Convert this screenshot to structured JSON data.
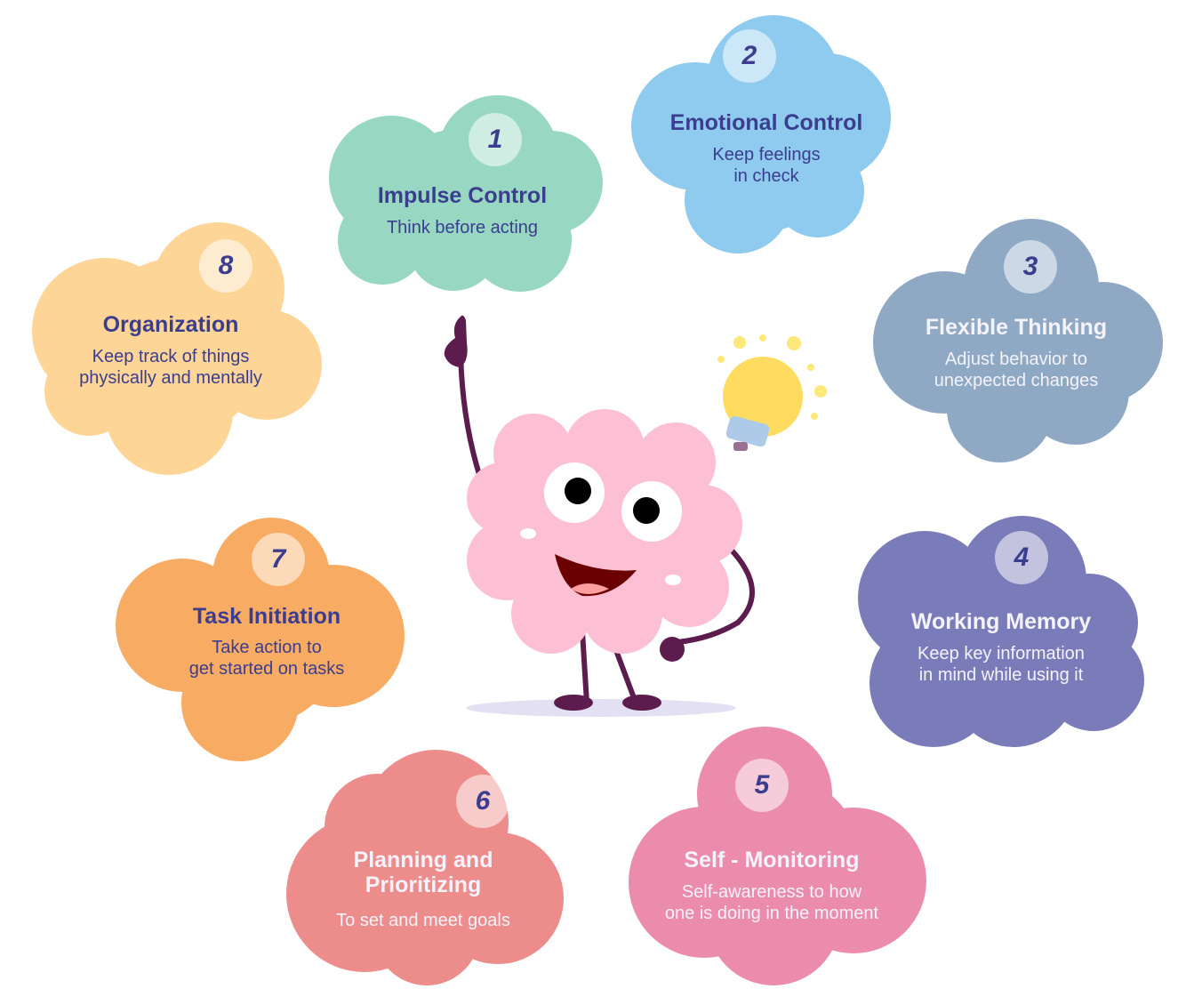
{
  "colors": {
    "impulse": "#98d8c3",
    "emotional": "#8ecbee",
    "flexible": "#8fa9c5",
    "memory": "#7a7bb9",
    "monitoring": "#ec8cad",
    "planning": "#ed8d8b",
    "initiation": "#f8ab63",
    "organization": "#fdd597",
    "brain": "#fcbfd3",
    "limbs": "#5c1c4d"
  },
  "skills": [
    {
      "number": "1",
      "title": "Impulse Control",
      "desc": [
        "Think before acting"
      ]
    },
    {
      "number": "2",
      "title": "Emotional Control",
      "desc": [
        "Keep feelings",
        "in check"
      ]
    },
    {
      "number": "3",
      "title": "Flexible Thinking",
      "desc": [
        "Adjust behavior to",
        "unexpected changes"
      ]
    },
    {
      "number": "4",
      "title": "Working Memory",
      "desc": [
        "Keep key information",
        "in mind while using it"
      ]
    },
    {
      "number": "5",
      "title": "Self - Monitoring",
      "desc": [
        "Self-awareness to how",
        "one is doing in the moment"
      ]
    },
    {
      "number": "6",
      "title": [
        "Planning and",
        "Prioritizing"
      ],
      "desc": [
        "To set and meet goals"
      ]
    },
    {
      "number": "7",
      "title": "Task Initiation",
      "desc": [
        "Take action to",
        "get started on tasks"
      ]
    },
    {
      "number": "8",
      "title": "Organization",
      "desc": [
        "Keep track of things",
        "physically and mentally"
      ]
    }
  ]
}
